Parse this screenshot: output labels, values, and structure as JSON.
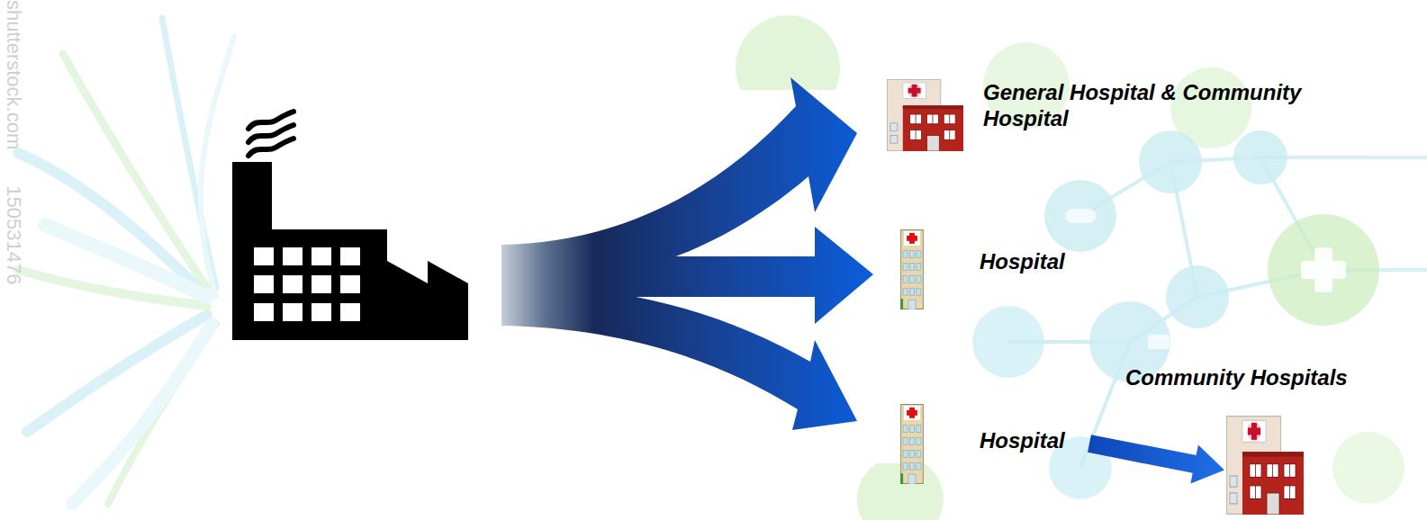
{
  "diagram": {
    "nodes": [
      {
        "text": [
          "General Hospital & Community Hospital"
        ]
      },
      {
        "text": [
          "Hospital"
        ]
      },
      {
        "text": [
          "Hospital"
        ]
      },
      {
        "text": [
          "Community Hospitals"
        ]
      }
    ],
    "edges": [
      {
        "from": 2,
        "to": 3,
        "arrow": "to"
      }
    ],
    "labels": [
      "shutterstock.com",
      "150531476"
    ]
  }
}
